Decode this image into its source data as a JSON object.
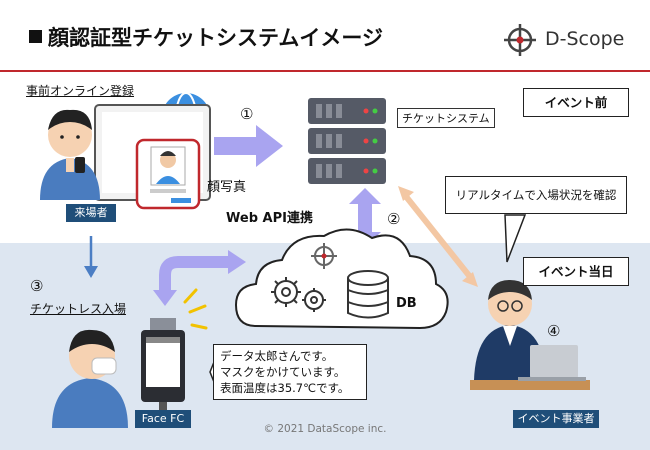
{
  "title": "顔認証型チケットシステムイメージ",
  "logo_text": "D-Scope",
  "labels": {
    "pre_registration": "事前オンライン登録",
    "visitor": "来場者",
    "face_photo": "顔写真",
    "ticket_system": "チケットシステム",
    "web_api": "Web API連携",
    "ticketless_entry": "チケットレス入場",
    "db": "DB",
    "face_fc": "Face FC",
    "organizer": "イベント事業者",
    "event_before": "イベント前",
    "event_day": "イベント当日"
  },
  "steps": {
    "s1": "①",
    "s2": "②",
    "s3": "③",
    "s4": "④"
  },
  "bubbles": {
    "realtime": "リアルタイムで入場状況を確認",
    "face_fc_lines": [
      "データ太郎さんです。",
      "マスクをかけています。",
      "表面温度は35.7℃です。"
    ]
  },
  "copyright": "© 2021 DataScope inc.",
  "colors": {
    "accent_red": "#c0282d",
    "arrow_purple": "#a9a4f0",
    "arrow_orange": "#f3c7a3",
    "tag_blue": "#1f4e79",
    "band": "#dde6f1"
  }
}
